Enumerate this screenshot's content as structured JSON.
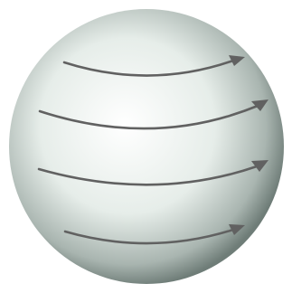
{
  "diagram": {
    "subject": "rotating-sphere",
    "arrow_count": 4,
    "arrow_direction": "left-to-right",
    "colors": {
      "background": "#ffffff",
      "sphere_highlight": "#ffffff",
      "sphere_mid": "#e6ede9",
      "sphere_shade": "#a9b5b0",
      "sphere_edge": "#6f7d78",
      "arrow": "#616161"
    }
  }
}
